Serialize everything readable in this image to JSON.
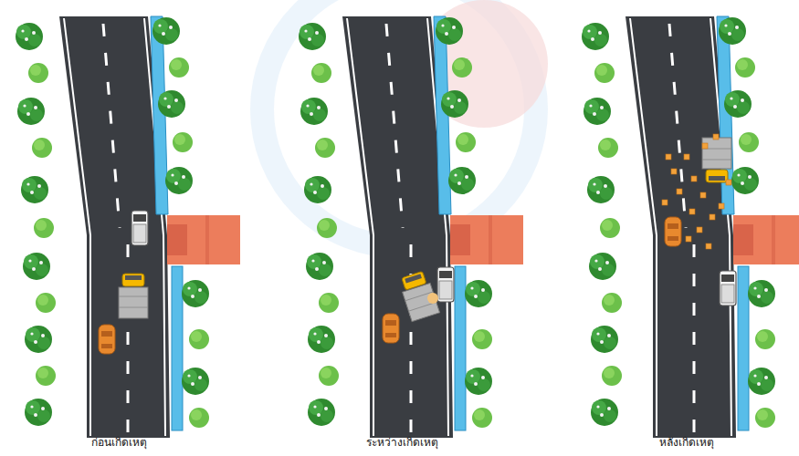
{
  "diagram": {
    "labels": [
      "ก่อนเกิดเหตุ",
      "ระหว่างเกิดเหตุ",
      "หลังเกิดเหตุ"
    ]
  }
}
